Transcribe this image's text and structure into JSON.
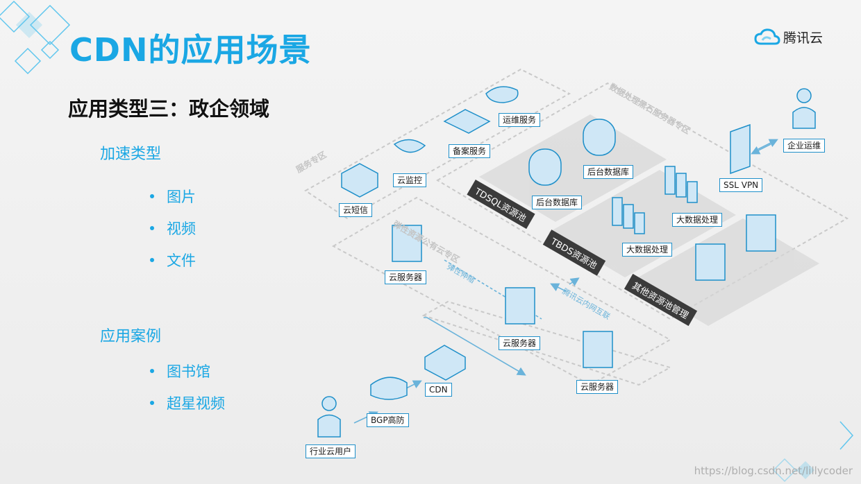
{
  "header": {
    "title": "CDN的应用场景",
    "brand": "腾讯云"
  },
  "content": {
    "subtitle": "应用类型三：政企领域",
    "section1": "加速类型",
    "bullets1": [
      "图片",
      "视频",
      "文件"
    ],
    "section2": "应用案例",
    "bullets2": [
      "图书馆",
      "超星视频"
    ]
  },
  "diagram": {
    "nodes": {
      "ops_service": "运维服务",
      "filing_service": "备案服务",
      "cloud_monitor": "云监控",
      "cloud_sms": "云短信",
      "backend_db_1": "后台数据库",
      "backend_db_2": "后台数据库",
      "big_data_1": "大数据处理",
      "big_data_2": "大数据处理",
      "ssl_vpn": "SSL VPN",
      "enterprise_ops": "企业运维",
      "cloud_server_1": "云服务器",
      "cloud_server_2": "云服务器",
      "cloud_server_3": "云服务器",
      "cdn": "CDN",
      "bgp": "BGP高防",
      "industry_user": "行业云用户"
    },
    "pools": {
      "tdsql": "TDSQL资源池",
      "tbds": "TBDS资源池",
      "other": "其他资源池管理"
    },
    "zones": {
      "service_zone": "服务专区",
      "data_zone": "数据处理黑石服务器专区",
      "elastic_zone": "弹性资源公有云专区"
    },
    "links": {
      "elastic_scaling": "弹性伸缩",
      "intranet": "腾讯云内网互联"
    }
  },
  "watermark": "https://blog.csdn.net/lillycoder",
  "colors": {
    "accent": "#1aa7e4",
    "icon_blue": "#1e8fc9",
    "pool_dark": "#3b3b3b"
  }
}
